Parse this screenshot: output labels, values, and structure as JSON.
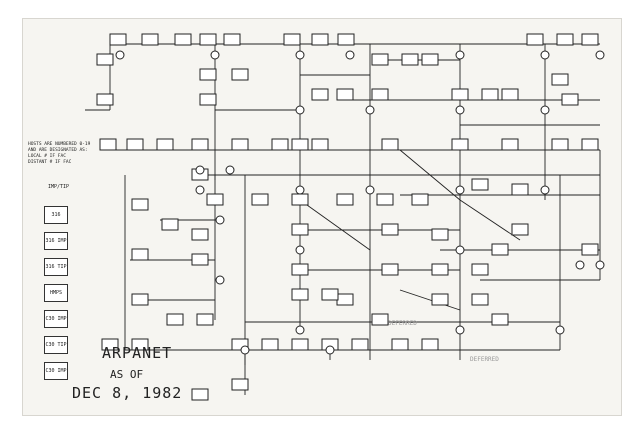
{
  "title": {
    "line1": "ARPANET",
    "line2": "AS OF",
    "line3": "DEC  8, 1982"
  },
  "legend": {
    "lines": [
      "HOSTS ARE NUMBERED 0-19",
      "AND ARE DESIGNATED AS:",
      "  LOCAL  # IF FAC",
      "  DISTANT # IF FAC"
    ],
    "symbol_label": "IMP/TIP",
    "boxes": [
      "316",
      "316 IMP",
      "316 TIP",
      "HMPS",
      "C30 IMP",
      "C30 TIP",
      "C30 IMP"
    ]
  },
  "notes": [
    "DEFERRED",
    "DEFERRED"
  ],
  "colors": {
    "ink": "#222222",
    "paper": "#f6f5f1"
  }
}
